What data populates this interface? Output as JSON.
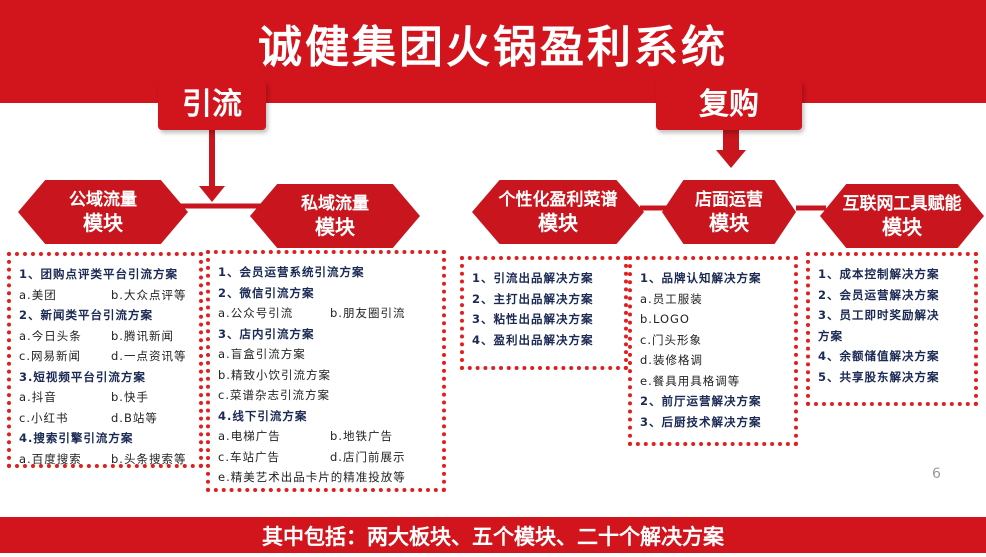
{
  "title": "诚健集团火锅盈利系统",
  "sections": {
    "yinliu": "引流",
    "fugou": "复购"
  },
  "modules": [
    {
      "line1": "公域流量",
      "line2": "模块"
    },
    {
      "line1": "私域流量",
      "line2": "模块"
    },
    {
      "line1": "个性化盈利菜谱",
      "line2": "模块"
    },
    {
      "line1": "店面运营",
      "line2": "模块"
    },
    {
      "line1": "互联网工具赋能",
      "line2": "模块"
    }
  ],
  "box1": [
    {
      "a": "1、团购点评类平台引流方案",
      "h": true
    },
    {
      "a": "a.美团",
      "b": "b.大众点评等"
    },
    {
      "a": "2、新闻类平台引流方案",
      "h": true
    },
    {
      "a": "a.今日头条",
      "b": "b.腾讯新闻"
    },
    {
      "a": "c.网易新闻",
      "b": "d.一点资讯等"
    },
    {
      "a": "3.短视频平台引流方案",
      "h": true
    },
    {
      "a": "a.抖音",
      "b": "b.快手"
    },
    {
      "a": "c.小红书",
      "b": "d.B站等"
    },
    {
      "a": "4.搜索引擎引流方案",
      "h": true
    },
    {
      "a": "a.百度搜索",
      "b": "b.头条搜索等"
    }
  ],
  "box2": [
    {
      "a": "1、会员运营系统引流方案",
      "h": true
    },
    {
      "a": "2、微信引流方案",
      "h": true
    },
    {
      "a": "a.公众号引流",
      "b": "b.朋友圈引流"
    },
    {
      "a": "3、店内引流方案",
      "h": true
    },
    {
      "a": "a.盲盒引流方案"
    },
    {
      "a": "b.精致小饮引流方案"
    },
    {
      "a": "c.菜谱杂志引流方案"
    },
    {
      "a": "4.线下引流方案",
      "h": true
    },
    {
      "a": "a.电梯广告",
      "b": "b.地铁广告"
    },
    {
      "a": "c.车站广告",
      "b": "d.店门前展示"
    },
    {
      "a": "e.精美艺术出品卡片的精准投放等"
    }
  ],
  "box3": [
    {
      "a": "1、引流出品解决方案",
      "h": true
    },
    {
      "a": "2、主打出品解决方案",
      "h": true
    },
    {
      "a": "3、粘性出品解决方案",
      "h": true
    },
    {
      "a": "4、盈利出品解决方案",
      "h": true
    }
  ],
  "box4": [
    {
      "a": "1、品牌认知解决方案",
      "h": true
    },
    {
      "a": "a.员工服装"
    },
    {
      "a": "b.LOGO"
    },
    {
      "a": "c.门头形象"
    },
    {
      "a": "d.装修格调"
    },
    {
      "a": "e.餐具用具格调等"
    },
    {
      "a": "2、前厅运营解决方案",
      "h": true
    },
    {
      "a": "3、后厨技术解决方案",
      "h": true
    }
  ],
  "box5": [
    {
      "a": "1、成本控制解决方案",
      "h": true
    },
    {
      "a": "2、会员运营解决方案",
      "h": true
    },
    {
      "a": "3、员工即时奖励解决",
      "h": true
    },
    {
      "a": "方案",
      "h": true
    },
    {
      "a": "4、余额储值解决方案",
      "h": true
    },
    {
      "a": "5、共享股东解决方案",
      "h": true
    }
  ],
  "footer": "其中包括：两大板块、五个模块、二十个解决方案",
  "page_number": "6",
  "colors": {
    "brand_red": "#d2141c",
    "dot_border": "#e02020",
    "heading_text": "#1b2a55"
  }
}
